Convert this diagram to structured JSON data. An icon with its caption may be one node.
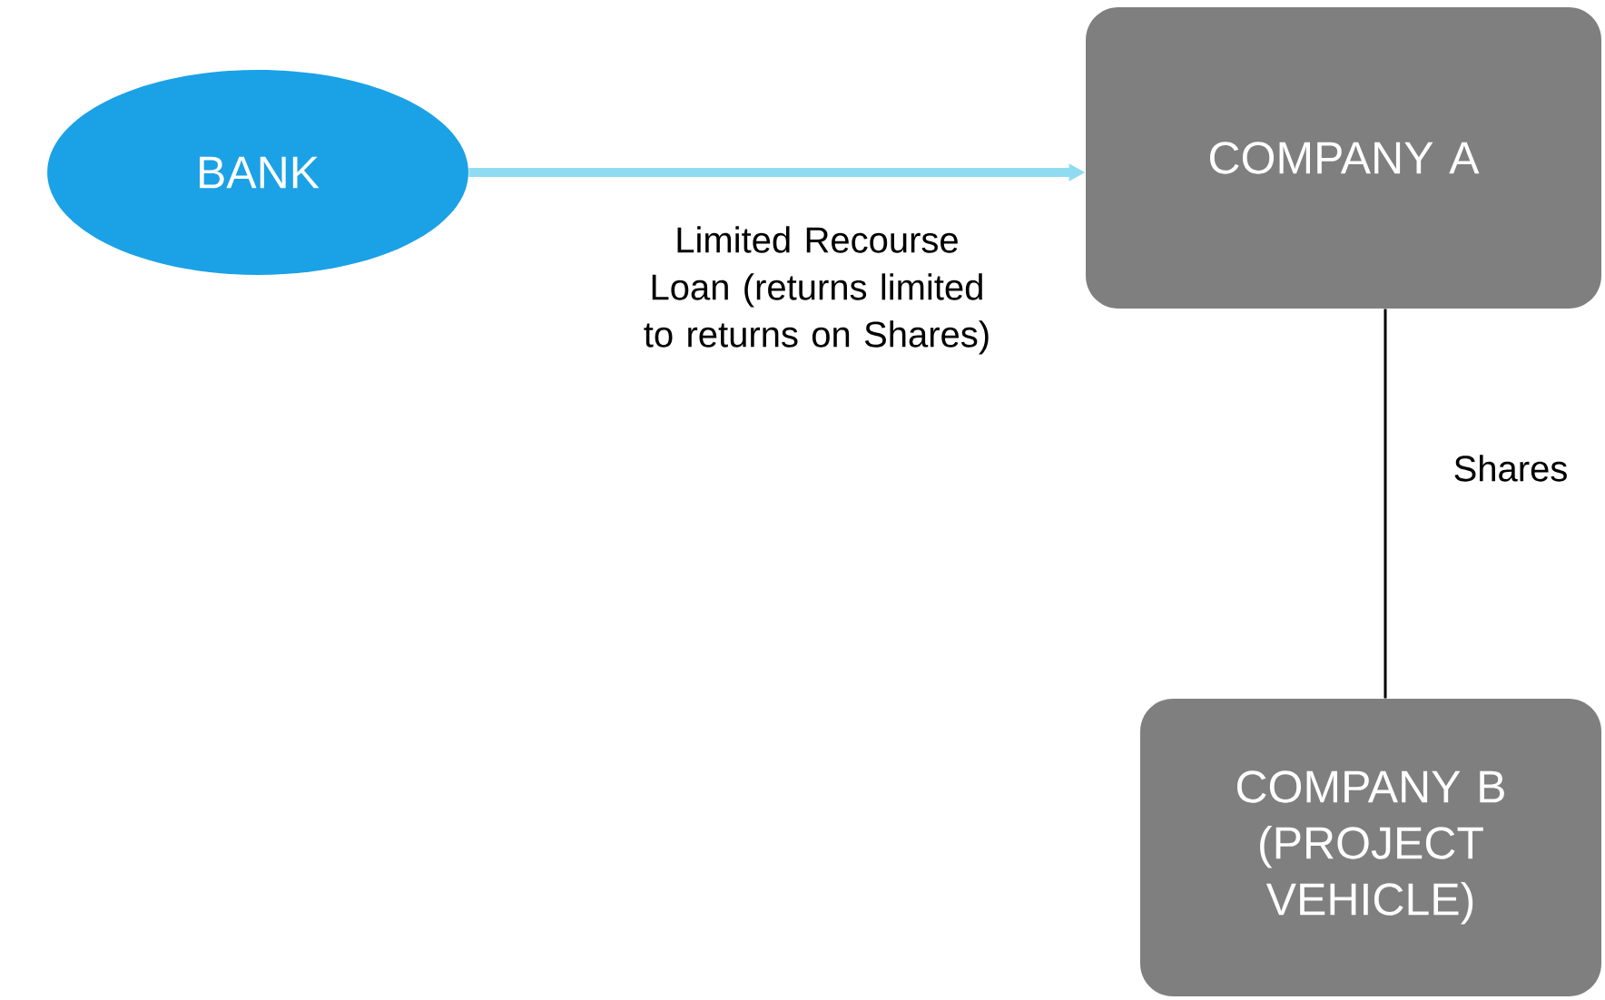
{
  "diagram": {
    "nodes": [
      {
        "text": [
          "BANK"
        ]
      },
      {
        "text": [
          "COMPANY A"
        ]
      },
      {
        "text": [
          "COMPANY B (PROJECT VEHICLE)"
        ]
      }
    ],
    "edges": [
      {
        "from": 0,
        "to": 1,
        "arrow": "to",
        "label": "Limited Recourse Loan (returns limited to returns on Shares)",
        "style": "thick",
        "color": "#8fdcf2"
      },
      {
        "from": 1,
        "to": 2,
        "arrow": "none",
        "label": "Shares",
        "color": "#000000"
      }
    ]
  }
}
